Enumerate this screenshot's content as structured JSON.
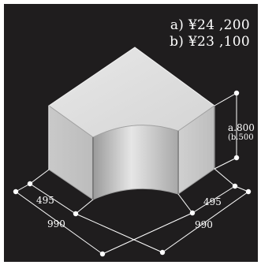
{
  "prices": {
    "a": "a) ¥24 ,200",
    "b": "b) ¥23 ,100"
  },
  "dimensions": {
    "height_a": "a.800",
    "height_b": "(b.500",
    "inner_left": "495",
    "outer_left": "990",
    "inner_right": "495",
    "outer_right": "990"
  },
  "colors": {
    "background": "#1f1d1e",
    "lines": "#ffffff"
  }
}
